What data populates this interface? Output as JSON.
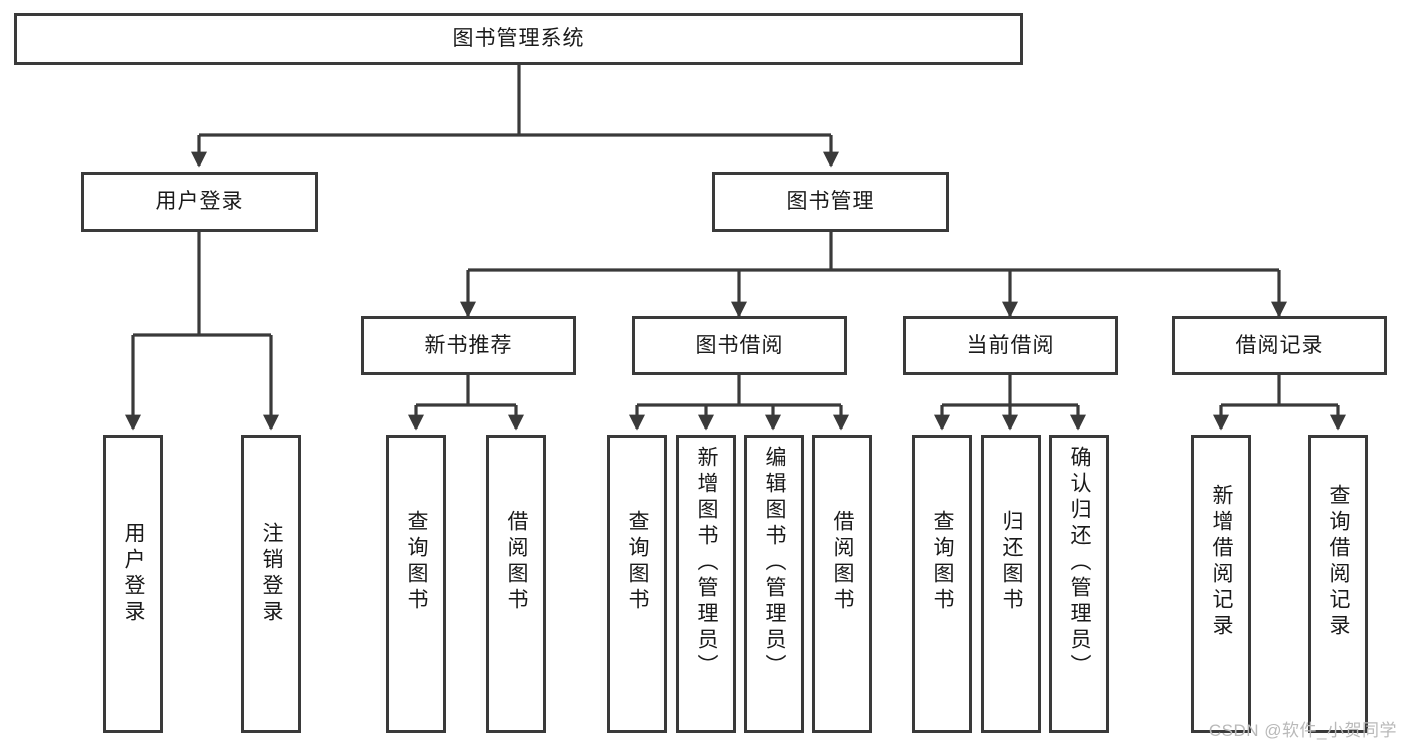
{
  "diagram": {
    "title": "图书管理系统",
    "watermark": "CSDN @软件_小贺同学",
    "line_color": "#3a3a3a",
    "text_color": "#1a1a1a",
    "background": "#ffffff",
    "root": {
      "label": "图书管理系统"
    },
    "level2": [
      {
        "label": "用户登录"
      },
      {
        "label": "图书管理"
      }
    ],
    "level3": [
      {
        "label": "新书推荐"
      },
      {
        "label": "图书借阅"
      },
      {
        "label": "当前借阅"
      },
      {
        "label": "借阅记录"
      }
    ],
    "leaves": {
      "user_login": [
        {
          "label": "用户登录"
        },
        {
          "label": "注销登录"
        }
      ],
      "new_book": [
        {
          "label": "查询图书"
        },
        {
          "label": "借阅图书"
        }
      ],
      "borrow_book": [
        {
          "label": "查询图书"
        },
        {
          "label": "新增图书（管理员）"
        },
        {
          "label": "编辑图书（管理员）"
        },
        {
          "label": "借阅图书"
        }
      ],
      "current_borrow": [
        {
          "label": "查询图书"
        },
        {
          "label": "归还图书"
        },
        {
          "label": "确认归还（管理员）"
        }
      ],
      "borrow_record": [
        {
          "label": "新增借阅记录"
        },
        {
          "label": "查询借阅记录"
        }
      ]
    }
  }
}
